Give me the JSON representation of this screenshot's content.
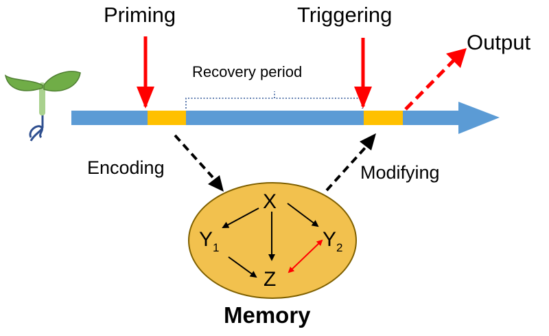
{
  "labels": {
    "priming": "Priming",
    "triggering": "Triggering",
    "output": "Output",
    "recovery": "Recovery period",
    "encoding": "Encoding",
    "modifying": "Modifying",
    "memory": "Memory"
  },
  "nodes": {
    "x": "X",
    "y1_base": "Y",
    "y1_sub": "1",
    "y2_base": "Y",
    "y2_sub": "2",
    "z": "Z"
  },
  "colors": {
    "timeline": "#5b9bd5",
    "segment": "#ffc000",
    "signal_arrow": "#ff0000",
    "ellipse_fill": "#f2c14e",
    "ellipse_stroke": "#7f6000",
    "leaf": "#70ad47",
    "stem": "#a9d18e",
    "root": "#2f4f8f"
  },
  "icons": [
    "seedling-icon"
  ]
}
